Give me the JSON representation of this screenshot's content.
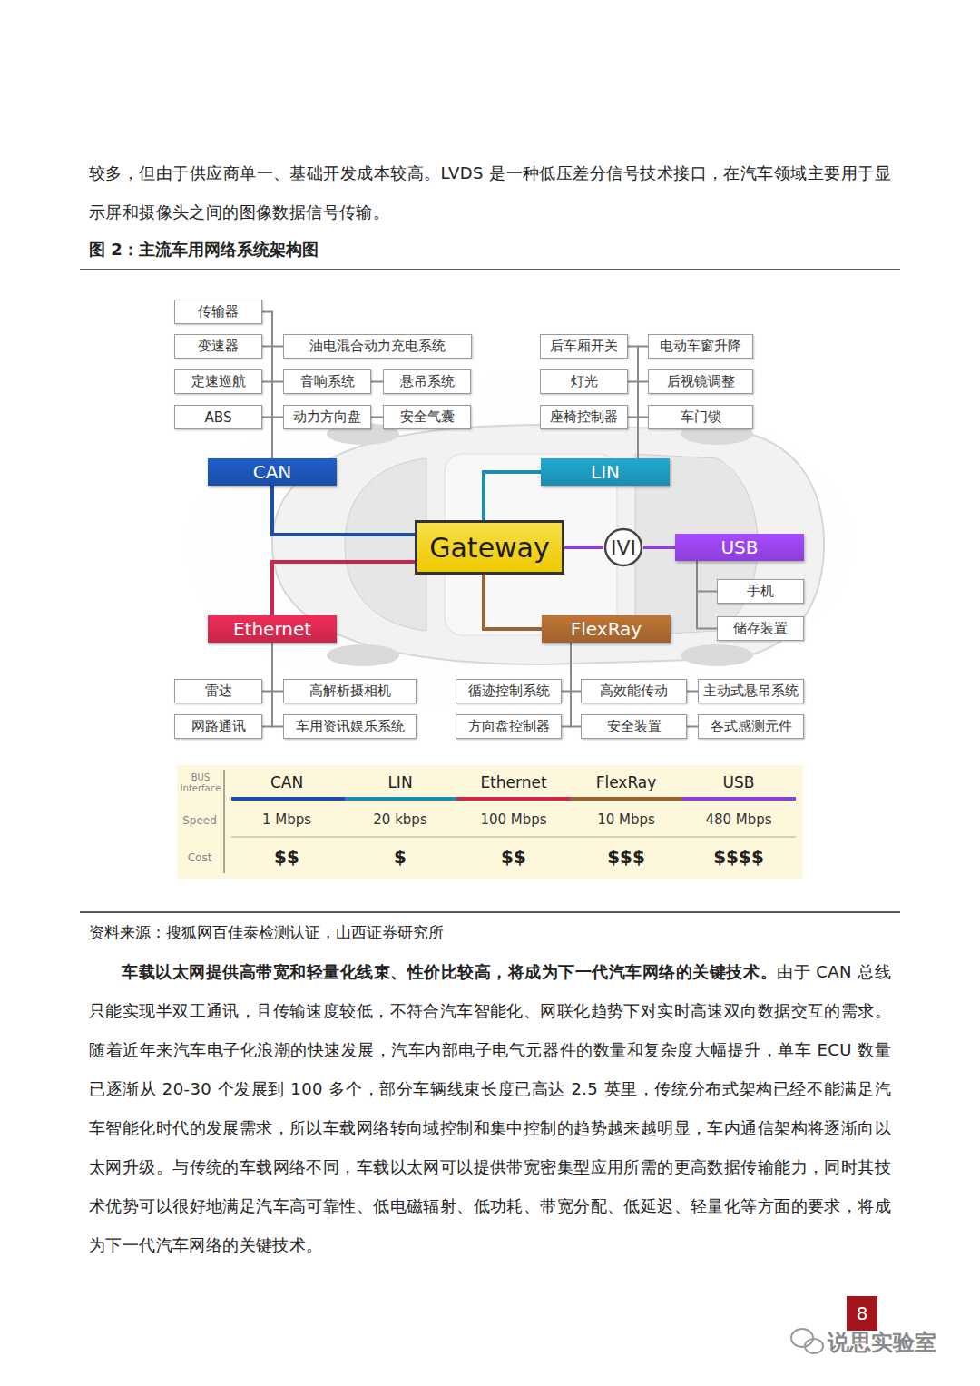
{
  "diagram": {
    "title": "图 2：主流车用网络系统架构图",
    "caption": "资料来源：搜狐网百佳泰检测认证，山西证券研究所",
    "nodes": [
      {
        "text": [
          "传输器"
        ]
      },
      {
        "text": [
          "变速器"
        ]
      },
      {
        "text": [
          "油电混合动力充电系统"
        ]
      },
      {
        "text": [
          "定速巡航"
        ]
      },
      {
        "text": [
          "音响系统"
        ]
      },
      {
        "text": [
          "悬吊系统"
        ]
      },
      {
        "text": [
          "ABS"
        ]
      },
      {
        "text": [
          "动力方向盘"
        ]
      },
      {
        "text": [
          "安全气囊"
        ]
      },
      {
        "text": [
          "后车厢开关"
        ]
      },
      {
        "text": [
          "电动车窗升降"
        ]
      },
      {
        "text": [
          "灯光"
        ]
      },
      {
        "text": [
          "后视镜调整"
        ]
      },
      {
        "text": [
          "座椅控制器"
        ]
      },
      {
        "text": [
          "车门锁"
        ]
      },
      {
        "text": [
          "CAN"
        ]
      },
      {
        "text": [
          "LIN"
        ]
      },
      {
        "text": [
          "Gateway"
        ]
      },
      {
        "text": [
          "IVI"
        ]
      },
      {
        "text": [
          "USB"
        ]
      },
      {
        "text": [
          "手机"
        ]
      },
      {
        "text": [
          "储存装置"
        ]
      },
      {
        "text": [
          "Ethernet"
        ]
      },
      {
        "text": [
          "FlexRay"
        ]
      },
      {
        "text": [
          "雷达"
        ]
      },
      {
        "text": [
          "高解析摄相机"
        ]
      },
      {
        "text": [
          "循迹控制系统"
        ]
      },
      {
        "text": [
          "高效能传动"
        ]
      },
      {
        "text": [
          "主动式悬吊系统"
        ]
      },
      {
        "text": [
          "网路通讯"
        ]
      },
      {
        "text": [
          "车用资讯娱乐系统"
        ]
      },
      {
        "text": [
          "方向盘控制器"
        ]
      },
      {
        "text": [
          "安全装置"
        ]
      },
      {
        "text": [
          "各式感测元件"
        ]
      }
    ],
    "edges": [
      {
        "from": 15,
        "to": 0,
        "arrow": "none"
      },
      {
        "from": 15,
        "to": 1,
        "arrow": "none"
      },
      {
        "from": 15,
        "to": 3,
        "arrow": "none"
      },
      {
        "from": 15,
        "to": 6,
        "arrow": "none"
      },
      {
        "from": 15,
        "to": 2,
        "arrow": "none"
      },
      {
        "from": 15,
        "to": 4,
        "arrow": "none"
      },
      {
        "from": 15,
        "to": 7,
        "arrow": "none"
      },
      {
        "from": 4,
        "to": 5,
        "arrow": "none"
      },
      {
        "from": 7,
        "to": 8,
        "arrow": "none"
      },
      {
        "from": 16,
        "to": 9,
        "arrow": "none"
      },
      {
        "from": 16,
        "to": 10,
        "arrow": "none"
      },
      {
        "from": 16,
        "to": 11,
        "arrow": "none"
      },
      {
        "from": 16,
        "to": 12,
        "arrow": "none"
      },
      {
        "from": 16,
        "to": 13,
        "arrow": "none"
      },
      {
        "from": 16,
        "to": 14,
        "arrow": "none"
      },
      {
        "from": 17,
        "to": 15,
        "arrow": "none"
      },
      {
        "from": 17,
        "to": 16,
        "arrow": "none"
      },
      {
        "from": 17,
        "to": 22,
        "arrow": "none"
      },
      {
        "from": 17,
        "to": 23,
        "arrow": "none"
      },
      {
        "from": 17,
        "to": 18,
        "arrow": "none"
      },
      {
        "from": 18,
        "to": 19,
        "arrow": "none"
      },
      {
        "from": 19,
        "to": 20,
        "arrow": "none"
      },
      {
        "from": 19,
        "to": 21,
        "arrow": "none"
      },
      {
        "from": 22,
        "to": 24,
        "arrow": "none"
      },
      {
        "from": 22,
        "to": 25,
        "arrow": "none"
      },
      {
        "from": 22,
        "to": 29,
        "arrow": "none"
      },
      {
        "from": 22,
        "to": 30,
        "arrow": "none"
      },
      {
        "from": 23,
        "to": 26,
        "arrow": "none"
      },
      {
        "from": 23,
        "to": 27,
        "arrow": "none"
      },
      {
        "from": 23,
        "to": 31,
        "arrow": "none"
      },
      {
        "from": 23,
        "to": 32,
        "arrow": "none"
      },
      {
        "from": 27,
        "to": 28,
        "arrow": "none"
      },
      {
        "from": 32,
        "to": 33,
        "arrow": "none"
      }
    ],
    "labels": [
      "较多，但由于供应商单一、基础开发成本较高。LVDS 是一种低压差分信号技术接口，在汽车领域主要用于显示屏和摄像头之间的图像数据信号传输。",
      "BUS Interface",
      "CAN",
      "LIN",
      "Ethernet",
      "FlexRay",
      "USB",
      "Speed",
      "1 Mbps",
      "20 kbps",
      "100 Mbps",
      "10 Mbps",
      "480 Mbps",
      "Cost",
      "$$",
      "$",
      "$$",
      "$$$",
      "$$$$",
      "车载以太网提供高带宽和轻量化线束、性价比较高，将成为下一代汽车网络的关键技术。",
      "由于 CAN 总线只能实现半双工通讯，且传输速度较低，不符合汽车智能化、网联化趋势下对实时高速双向数据交互的需求。随着近年来汽车电子化浪潮的快速发展，汽车内部电子电气元器件的数量和复杂度大幅提升，单车 ECU 数量已逐渐从 20-30 个发展到 100 多个，部分车辆线束长度已高达 2.5 英里，传统分布式架构已经不能满足汽车智能化时代的发展需求，所以车载网络转向域控制和集中控制的趋势越来越明显，车内通信架构将逐渐向以太网升级。与传统的车载网络不同，车载以太网可以提供带宽密集型应用所需的更高数据传输能力，同时其技术优势可以很好地满足汽车高可靠性、低电磁辐射、低功耗、带宽分配、低延迟、轻量化等方面的要求，将成为下一代汽车网络的关键技术。",
      "8",
      "说思实验室"
    ]
  }
}
